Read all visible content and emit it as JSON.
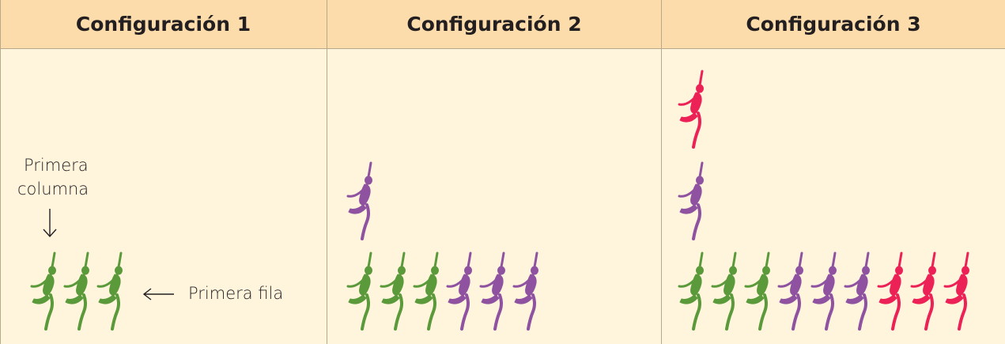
{
  "headers": [
    "Configuración 1",
    "Configuración 2",
    "Configuración 3"
  ],
  "labels": {
    "first_column": [
      "Primera",
      "columna"
    ],
    "first_row": "Primera fila"
  },
  "colors": {
    "green": "#5b9a3b",
    "purple": "#8f52a1",
    "red": "#ec2257",
    "header_bg": "#fddcac",
    "cell_bg": "#fff4dc"
  },
  "configurations": [
    {
      "bottom_row": [
        "green",
        "green",
        "green"
      ],
      "column_above": []
    },
    {
      "bottom_row": [
        "green",
        "green",
        "green",
        "purple",
        "purple",
        "purple"
      ],
      "column_above": [
        "purple"
      ]
    },
    {
      "bottom_row": [
        "green",
        "green",
        "green",
        "purple",
        "purple",
        "purple",
        "red",
        "red",
        "red"
      ],
      "column_above": [
        "purple",
        "red"
      ]
    }
  ]
}
